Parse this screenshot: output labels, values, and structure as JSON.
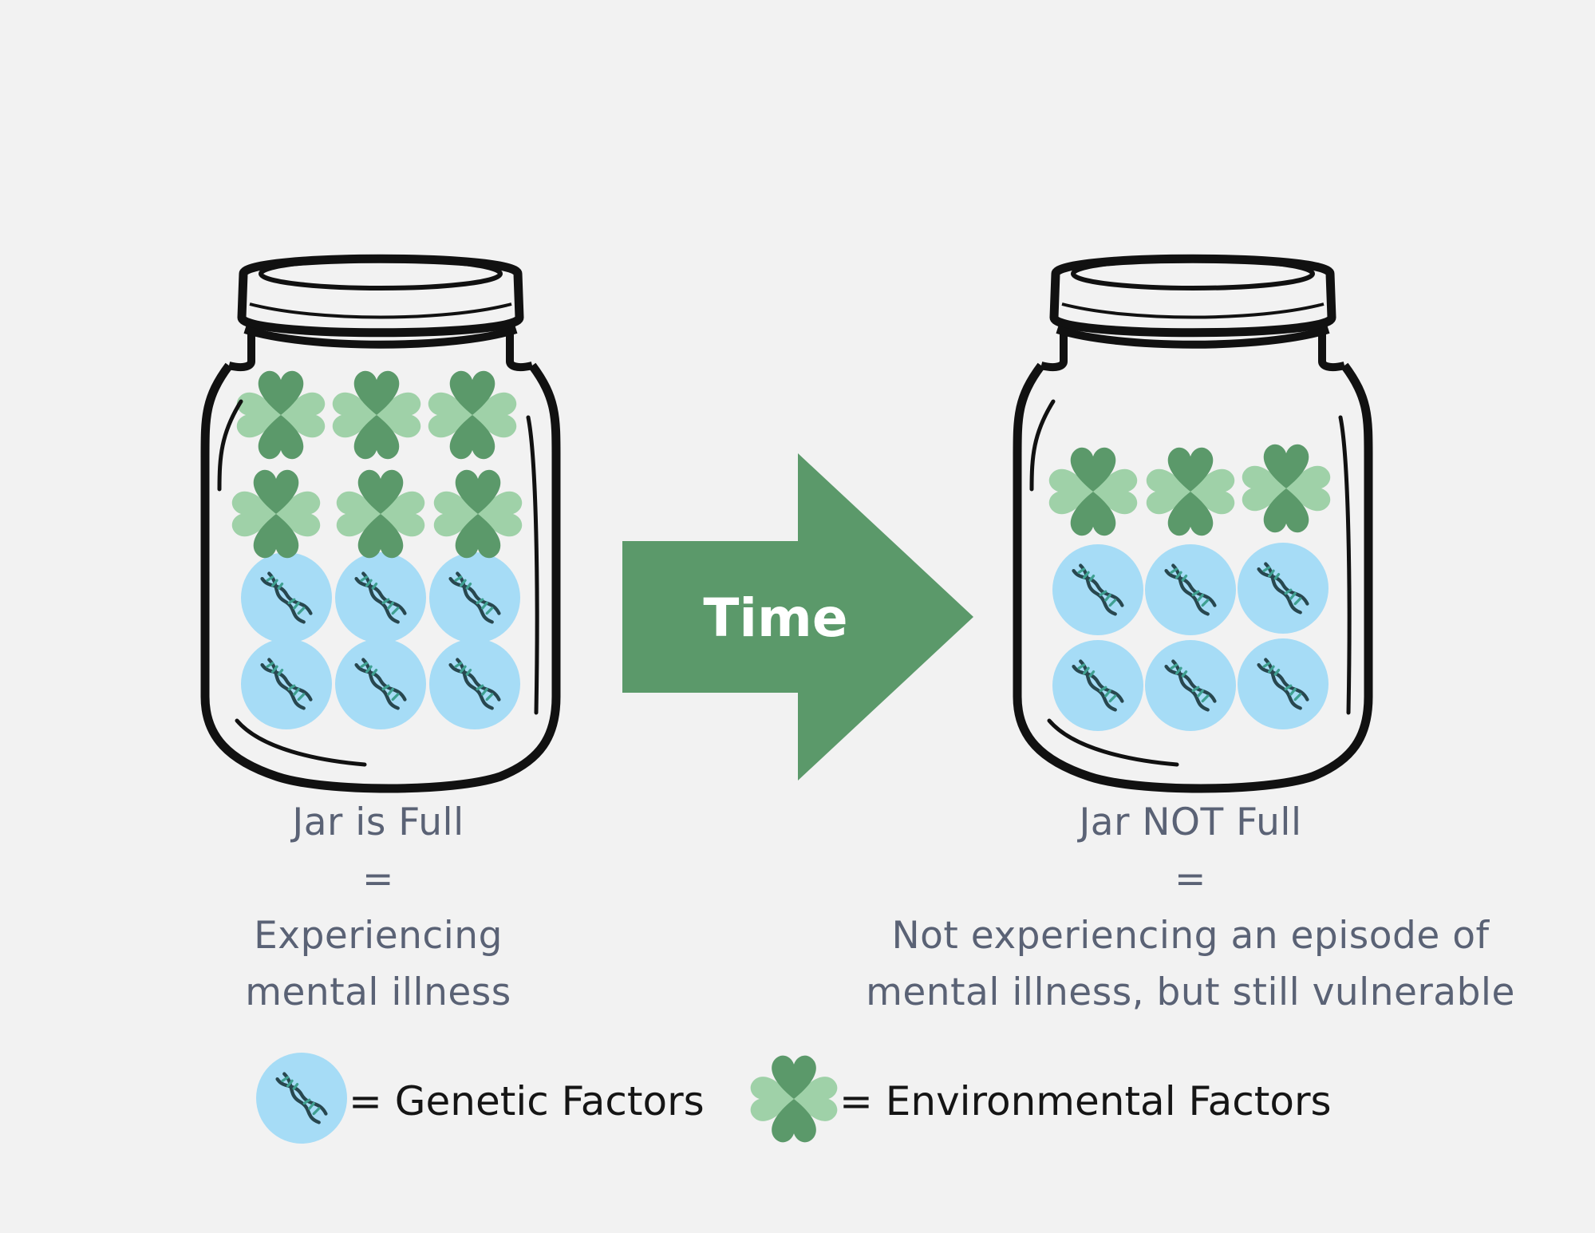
{
  "arrow": {
    "label": "Time",
    "color": "#5b996a"
  },
  "left_jar": {
    "caption": [
      "Jar is Full",
      "=",
      "Experiencing",
      "mental illness"
    ],
    "genetic_count": 6,
    "environmental_count": 6
  },
  "right_jar": {
    "caption": [
      "Jar NOT Full",
      "=",
      "Not experiencing an episode of",
      "mental illness, but still vulnerable"
    ],
    "genetic_count": 6,
    "environmental_count": 3
  },
  "legend": {
    "genetic": {
      "label": "= Genetic Factors",
      "icon": "dna-icon"
    },
    "environmental": {
      "label": "= Environmental Factors",
      "icon": "clover-icon"
    }
  },
  "colors": {
    "background": "#f2f2f2",
    "genetic_circle": "#a6dcf6",
    "clover_dark": "#5b996a",
    "clover_light": "#9fd1a8",
    "caption_text": "#5a6275"
  }
}
